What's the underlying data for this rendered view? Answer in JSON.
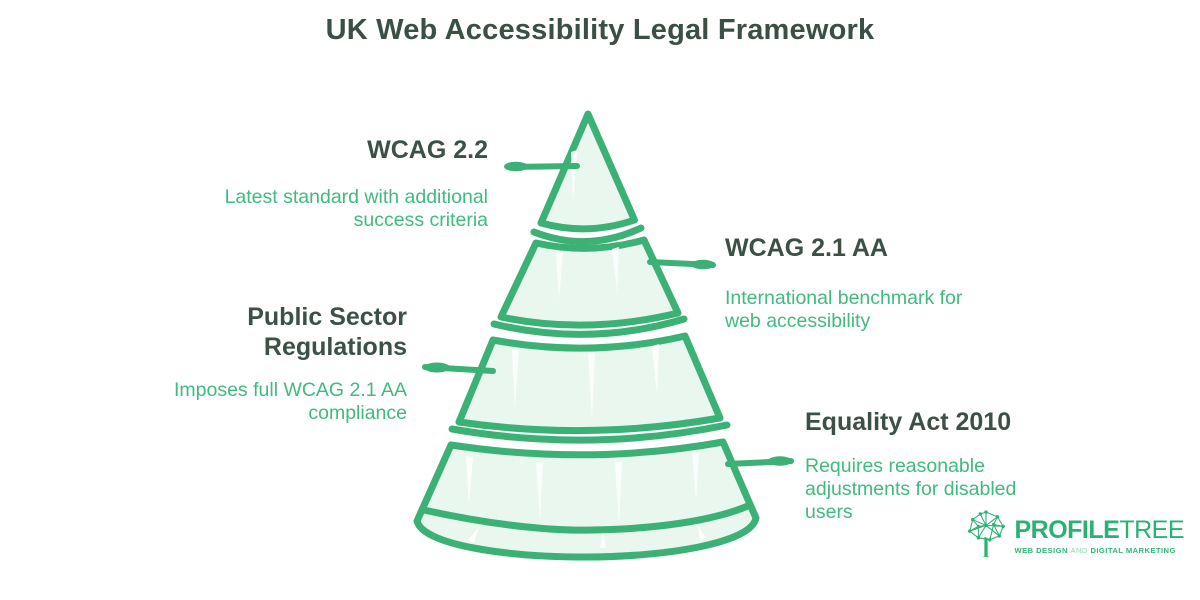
{
  "title": "UK Web Accessibility Legal Framework",
  "colors": {
    "background": "#ffffff",
    "heading_dark": "#3c5046",
    "text_green": "#41ba80",
    "cone_stroke": "#3cb176",
    "cone_fill": "#e9f7ef",
    "logo_green": "#29b274"
  },
  "diagram": {
    "type": "layered-cone",
    "layers": [
      {
        "heading": "WCAG 2.2",
        "description": "Latest standard with additional success criteria",
        "side": "left",
        "tier": 1
      },
      {
        "heading": "WCAG 2.1 AA",
        "description": "International benchmark for web accessibility",
        "side": "right",
        "tier": 2
      },
      {
        "heading": "Public Sector Regulations",
        "description": "Imposes full WCAG 2.1 AA compliance",
        "side": "left",
        "tier": 3
      },
      {
        "heading": "Equality Act 2010",
        "description": "Requires reasonable adjustments for disabled users",
        "side": "right",
        "tier": 4
      }
    ]
  },
  "logo": {
    "name": "ProfileTree",
    "text_bold": "PROFILE",
    "text_light": "TREE",
    "tagline_web": "WEB DESIGN",
    "tagline_and": "AND",
    "tagline_marketing": "DIGITAL MARKETING"
  }
}
